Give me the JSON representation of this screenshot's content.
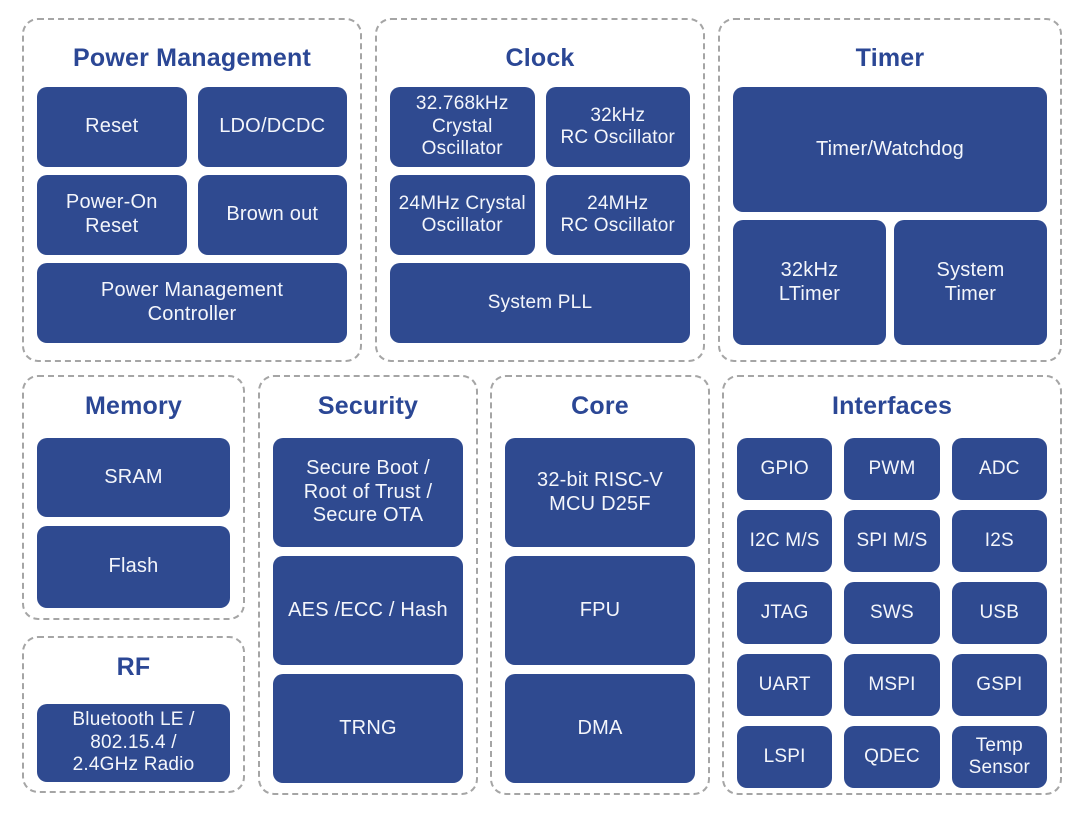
{
  "colors": {
    "block_fill": "#2f4a90",
    "block_text": "#f4f6fb",
    "section_title": "#2b4795",
    "section_border": "#a5a5a5",
    "page_bg": "#ffffff"
  },
  "sections": {
    "power_management": {
      "title": "Power Management",
      "blocks": {
        "reset": "Reset",
        "ldo_dcdc": "LDO/DCDC",
        "power_on_reset": "Power-On\nReset",
        "brown_out": "Brown out",
        "pmc": "Power Management\nController"
      }
    },
    "clock": {
      "title": "Clock",
      "blocks": {
        "xo_32768k": "32.768kHz\nCrystal\nOscillator",
        "rc_32k": "32kHz\nRC Oscillator",
        "xo_24m": "24MHz Crystal\nOscillator",
        "rc_24m": "24MHz\nRC Oscillator",
        "system_pll": "System PLL"
      }
    },
    "timer": {
      "title": "Timer",
      "blocks": {
        "timer_watchdog": "Timer/Watchdog",
        "ltimer_32k": "32kHz\nLTimer",
        "system_timer": "System\nTimer"
      }
    },
    "memory": {
      "title": "Memory",
      "blocks": {
        "sram": "SRAM",
        "flash": "Flash"
      }
    },
    "rf": {
      "title": "RF",
      "blocks": {
        "radio": "Bluetooth LE /\n802.15.4 /\n2.4GHz Radio"
      }
    },
    "security": {
      "title": "Security",
      "blocks": {
        "secure_boot": "Secure Boot /\nRoot of Trust /\nSecure OTA",
        "aes_ecc_hash": "AES /ECC / Hash",
        "trng": "TRNG"
      }
    },
    "core": {
      "title": "Core",
      "blocks": {
        "riscv_mcu": "32-bit RISC-V\nMCU D25F",
        "fpu": "FPU",
        "dma": "DMA"
      }
    },
    "interfaces": {
      "title": "Interfaces",
      "blocks": {
        "gpio": "GPIO",
        "pwm": "PWM",
        "adc": "ADC",
        "i2c_ms": "I2C M/S",
        "spi_ms": "SPI M/S",
        "i2s": "I2S",
        "jtag": "JTAG",
        "sws": "SWS",
        "usb": "USB",
        "uart": "UART",
        "mspi": "MSPI",
        "gspi": "GSPI",
        "lspi": "LSPI",
        "qdec": "QDEC",
        "temp_sensor": "Temp\nSensor"
      }
    }
  }
}
